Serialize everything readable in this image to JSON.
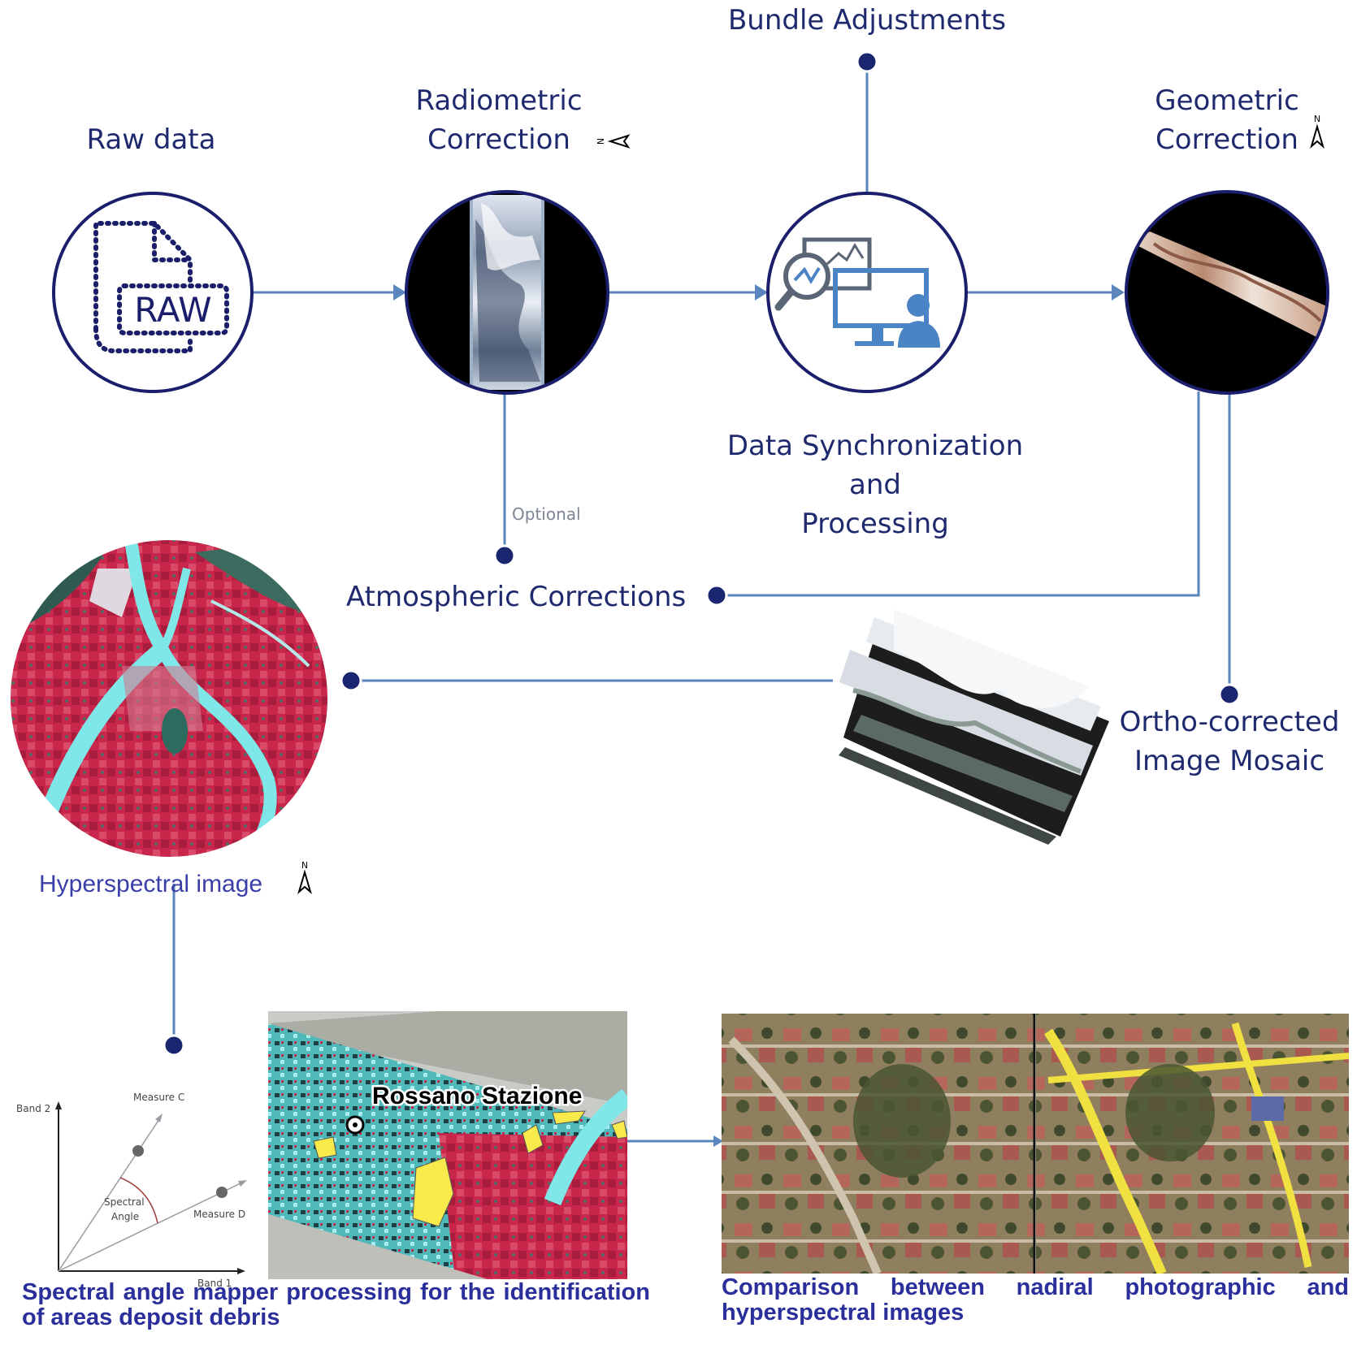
{
  "title": "",
  "nodes": {
    "raw_data": {
      "label": "Raw data",
      "icon_text": "RAW"
    },
    "radiometric": {
      "label_line1": "Radiometric",
      "label_line2": "Correction"
    },
    "bundle": {
      "label": "Bundle Adjustments"
    },
    "geometric": {
      "label_line1": "Geometric",
      "label_line2": "Correction"
    },
    "sync": {
      "label_line1": "Data Synchronization",
      "label_line2": "and",
      "label_line3": "Processing"
    },
    "optional": {
      "label": "Optional"
    },
    "atmospheric": {
      "label": "Atmospheric Corrections"
    },
    "ortho": {
      "label_line1": "Ortho-corrected",
      "label_line2": "Image Mosaic"
    },
    "hyperspectral": {
      "label": "Hyperspectral image"
    }
  },
  "north_arrow": {
    "letter": "N"
  },
  "sam_chart": {
    "band1": "Band 1",
    "band2": "Band 2",
    "measure_c": "Measure C",
    "measure_d": "Measure D",
    "angle_line1": "Spectral",
    "angle_line2": "Angle"
  },
  "map_label": "Rossano Stazione",
  "captions": {
    "sam": "Spectral angle mapper processing for the identification of areas deposit debris",
    "comparison": "Comparison between nadiral photographic and hyperspectral images"
  },
  "colors": {
    "line": "#5b86bd",
    "dot": "#1b2670",
    "circle_border": "#1b1f6b",
    "label": "#1f2a6e",
    "caption": "#2a2f9c",
    "icon_blue": "#4a84c4",
    "vegetation_red": "#c8264a",
    "water_cyan": "#6ee0e0",
    "debris_yellow": "#f7ea4a"
  }
}
